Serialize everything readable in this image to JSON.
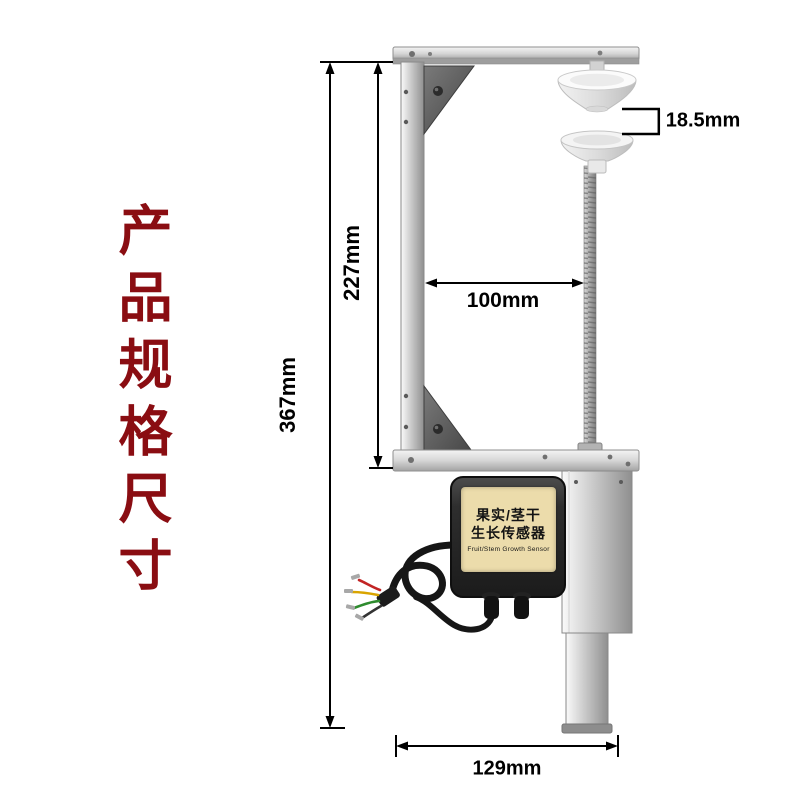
{
  "page": {
    "side_title": "产品规格尺寸"
  },
  "dimensions": {
    "overall_height": "367mm",
    "frame_inner_height": "227mm",
    "frame_inner_width": "100mm",
    "cup_gap": "18.5mm",
    "base_width": "129mm"
  },
  "device": {
    "label_line1": "果实/茎干",
    "label_line2": "生长传感器",
    "label_subtitle": "Fruit/Stem Growth Sensor"
  },
  "colors": {
    "side_title_red": "#8a0d12",
    "dimension_text": "#000000",
    "device_label_bg": "#ecdcab",
    "metal_silver": "#c4c4c4",
    "sensor_box_dark": "#2a2a2a"
  }
}
